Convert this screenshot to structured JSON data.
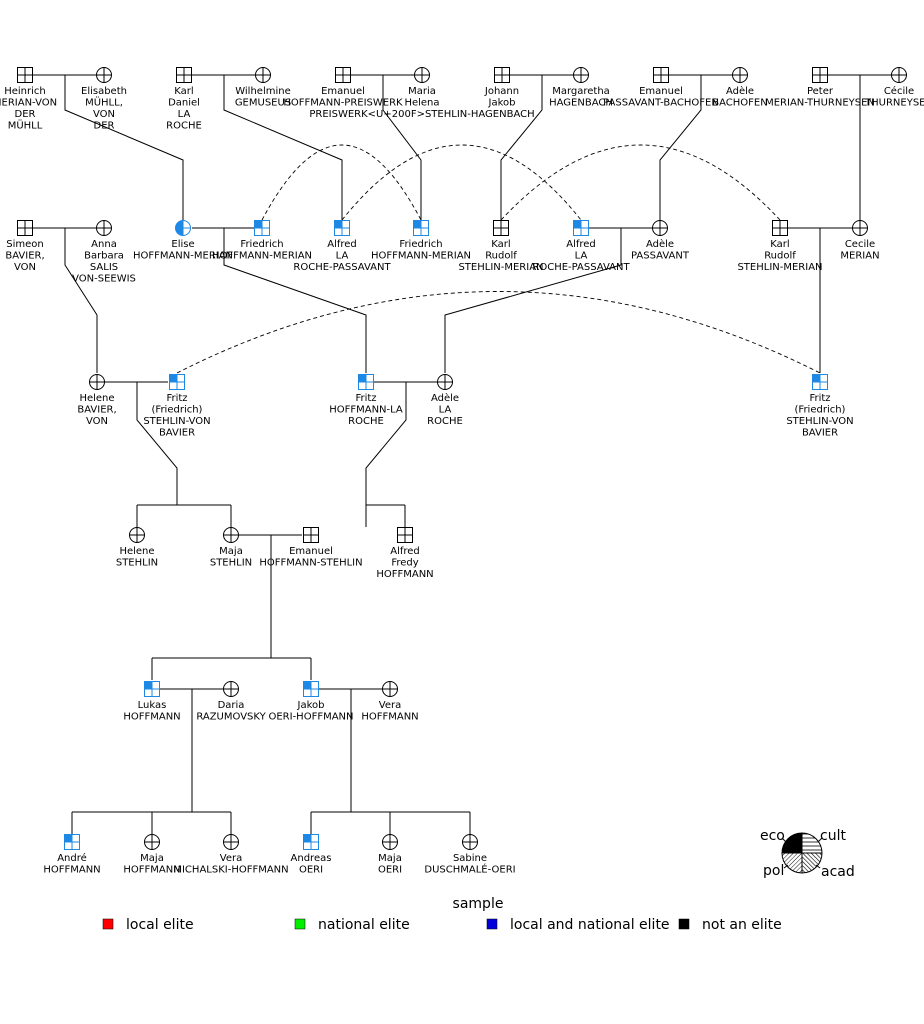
{
  "colors": {
    "line": "#000000",
    "highlight": "#1e88e5",
    "local_elite": "#ff0000",
    "national_elite": "#00ee00",
    "local_and_national_elite": "#0000dd",
    "not_an_elite": "#000000"
  },
  "persons": [
    {
      "id": "p01",
      "sex": "male",
      "label": [
        "Heinrich",
        "MERIAN-VON",
        "DER",
        "MÜHLL"
      ],
      "fill": "none"
    },
    {
      "id": "p02",
      "sex": "female",
      "label": [
        "Elisabeth",
        "MÜHLL,",
        "VON",
        "DER"
      ],
      "fill": "none"
    },
    {
      "id": "p03",
      "sex": "male",
      "label": [
        "Karl",
        "Daniel",
        "LA",
        "ROCHE"
      ],
      "fill": "none"
    },
    {
      "id": "p04",
      "sex": "female",
      "label": [
        "Wilhelmine",
        "GEMUSEUS"
      ],
      "fill": "none"
    },
    {
      "id": "p05",
      "sex": "male",
      "label": [
        "Emanuel",
        "HOFFMANN-PREISWERK"
      ],
      "fill": "none"
    },
    {
      "id": "p06",
      "sex": "female",
      "label": [
        "Maria",
        "Helena",
        "PREISWERK<U+200F>STEHLIN-HAGENBACH"
      ],
      "fill": "none"
    },
    {
      "id": "p07",
      "sex": "male",
      "label": [
        "Johann",
        "Jakob"
      ],
      "fill": "none"
    },
    {
      "id": "p08",
      "sex": "female",
      "label": [
        "Margaretha",
        "HAGENBACH"
      ],
      "fill": "none"
    },
    {
      "id": "p09",
      "sex": "male",
      "label": [
        "Emanuel",
        "PASSAVANT-BACHOFEN"
      ],
      "fill": "none"
    },
    {
      "id": "p10",
      "sex": "female",
      "label": [
        "Adèle",
        "BACHOFEN"
      ],
      "fill": "none"
    },
    {
      "id": "p11",
      "sex": "male",
      "label": [
        "Peter",
        "MERIAN-THURNEYSEN"
      ],
      "fill": "none"
    },
    {
      "id": "p12",
      "sex": "female",
      "label": [
        "Cécile",
        "THURNEYSEN"
      ],
      "fill": "none"
    },
    {
      "id": "p13",
      "sex": "male",
      "label": [
        "Simeon",
        "BAVIER,",
        "VON"
      ],
      "fill": "none"
    },
    {
      "id": "p14",
      "sex": "female",
      "label": [
        "Anna",
        "Barbara",
        "SALIS",
        "VON-SEEWIS"
      ],
      "fill": "none"
    },
    {
      "id": "p15",
      "sex": "female",
      "label": [
        "Elise",
        "HOFFMANN-MERIAN"
      ],
      "fill": "half"
    },
    {
      "id": "p16",
      "sex": "male",
      "label": [
        "Friedrich",
        "HOFFMANN-MERIAN"
      ],
      "fill": "quarter"
    },
    {
      "id": "p17",
      "sex": "male",
      "label": [
        "Alfred",
        "LA",
        "ROCHE-PASSAVANT"
      ],
      "fill": "quarter"
    },
    {
      "id": "p18",
      "sex": "male",
      "label": [
        "Friedrich",
        "HOFFMANN-MERIAN"
      ],
      "fill": "quarter"
    },
    {
      "id": "p19",
      "sex": "male",
      "label": [
        "Karl",
        "Rudolf",
        "STEHLIN-MERIAN"
      ],
      "fill": "none"
    },
    {
      "id": "p20",
      "sex": "male",
      "label": [
        "Alfred",
        "LA",
        "ROCHE-PASSAVANT"
      ],
      "fill": "quarter"
    },
    {
      "id": "p21",
      "sex": "female",
      "label": [
        "Adèle",
        "PASSAVANT"
      ],
      "fill": "none"
    },
    {
      "id": "p22",
      "sex": "male",
      "label": [
        "Karl",
        "Rudolf",
        "STEHLIN-MERIAN"
      ],
      "fill": "none"
    },
    {
      "id": "p23",
      "sex": "female",
      "label": [
        "Cecile",
        "MERIAN"
      ],
      "fill": "none"
    },
    {
      "id": "p24",
      "sex": "female",
      "label": [
        "Helene",
        "BAVIER,",
        "VON"
      ],
      "fill": "none"
    },
    {
      "id": "p25",
      "sex": "male",
      "label": [
        "Fritz",
        "(Friedrich)",
        "STEHLIN-VON",
        "BAVIER"
      ],
      "fill": "quarter"
    },
    {
      "id": "p26",
      "sex": "male",
      "label": [
        "Fritz",
        "HOFFMANN-LA",
        "ROCHE"
      ],
      "fill": "quarter"
    },
    {
      "id": "p27",
      "sex": "female",
      "label": [
        "Adèle",
        "LA",
        "ROCHE"
      ],
      "fill": "none"
    },
    {
      "id": "p28",
      "sex": "male",
      "label": [
        "Fritz",
        "(Friedrich)",
        "STEHLIN-VON",
        "BAVIER"
      ],
      "fill": "quarter"
    },
    {
      "id": "p29",
      "sex": "female",
      "label": [
        "Helene",
        "STEHLIN"
      ],
      "fill": "none"
    },
    {
      "id": "p30",
      "sex": "female",
      "label": [
        "Maja",
        "STEHLIN"
      ],
      "fill": "none"
    },
    {
      "id": "p31",
      "sex": "male",
      "label": [
        "Emanuel",
        "HOFFMANN-STEHLIN"
      ],
      "fill": "none"
    },
    {
      "id": "p32",
      "sex": "male",
      "label": [
        "Alfred",
        "Fredy",
        "HOFFMANN"
      ],
      "fill": "none"
    },
    {
      "id": "p33",
      "sex": "male",
      "label": [
        "Lukas",
        "HOFFMANN"
      ],
      "fill": "quarter"
    },
    {
      "id": "p34",
      "sex": "female",
      "label": [
        "Daria",
        "RAZUMOVSKY"
      ],
      "fill": "none"
    },
    {
      "id": "p35",
      "sex": "male",
      "label": [
        "Jakob",
        "OERI-HOFFMANN"
      ],
      "fill": "quarter"
    },
    {
      "id": "p36",
      "sex": "female",
      "label": [
        "Vera",
        "HOFFMANN"
      ],
      "fill": "none"
    },
    {
      "id": "p37",
      "sex": "male",
      "label": [
        "André",
        "HOFFMANN"
      ],
      "fill": "quarter"
    },
    {
      "id": "p38",
      "sex": "female",
      "label": [
        "Maja",
        "HOFFMANN"
      ],
      "fill": "none"
    },
    {
      "id": "p39",
      "sex": "female",
      "label": [
        "Vera",
        "MICHALSKI-HOFFMANN"
      ],
      "fill": "none"
    },
    {
      "id": "p40",
      "sex": "male",
      "label": [
        "Andreas",
        "OERI"
      ],
      "fill": "quarter"
    },
    {
      "id": "p41",
      "sex": "female",
      "label": [
        "Maja",
        "OERI"
      ],
      "fill": "none"
    },
    {
      "id": "p42",
      "sex": "female",
      "label": [
        "Sabine",
        "DUSCHMALÉ-OERI"
      ],
      "fill": "none"
    }
  ],
  "key_pie": {
    "eco": "eco",
    "cult": "cult",
    "pol": "pol",
    "acad": "acad"
  },
  "legend": {
    "title": "sample",
    "items": [
      {
        "label": "local elite",
        "color": "#ff0000"
      },
      {
        "label": "national elite",
        "color": "#00ee00"
      },
      {
        "label": "local and national elite",
        "color": "#0000dd"
      },
      {
        "label": "not an elite",
        "color": "#000000"
      }
    ]
  }
}
